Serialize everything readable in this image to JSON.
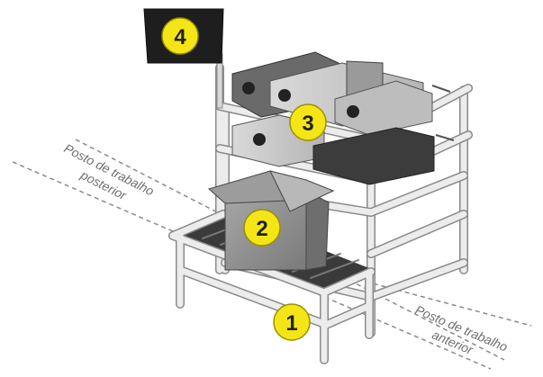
{
  "labels": {
    "posterior": [
      "Posto de trabalho",
      "posterior"
    ],
    "anterior": [
      "Posto de trabalho",
      "anterior"
    ]
  },
  "markers": [
    "1",
    "2",
    "3",
    "4"
  ],
  "colors": {
    "marker_fill": "#f4e616",
    "marker_stroke": "#9a9000",
    "tube": "#e8e8e8",
    "tube_edge": "#8a8a8a",
    "box": "#8c8c8c",
    "dark_box": "#3c3c3c",
    "sign": "#1e1e1e",
    "dashed_line": "#8a8a8a"
  }
}
